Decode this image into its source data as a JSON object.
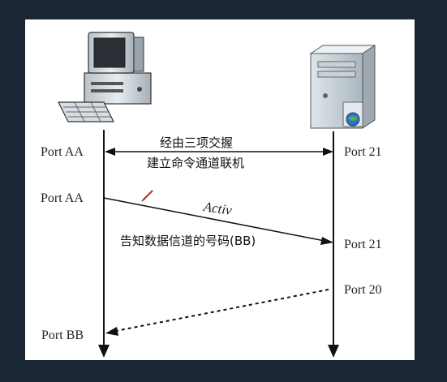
{
  "labels": {
    "left_port_1": "Port AA",
    "left_port_2": "Port AA",
    "left_port_3": "Port BB",
    "right_port_1": "Port 21",
    "right_port_2": "Port 21",
    "right_port_3": "Port 20"
  },
  "messages": {
    "step1_line1": "经由三项交握",
    "step1_line2": "建立命令通道联机",
    "step2_label": "Activ",
    "step2_text": "告知数据信道的号码(BB)"
  },
  "icons": {
    "client": "desktop-computer-icon",
    "server": "server-tower-icon",
    "cursor": "pencil-cursor-icon"
  },
  "colors": {
    "background": "#1b2635",
    "panel": "#ffffff",
    "line": "#111111"
  }
}
